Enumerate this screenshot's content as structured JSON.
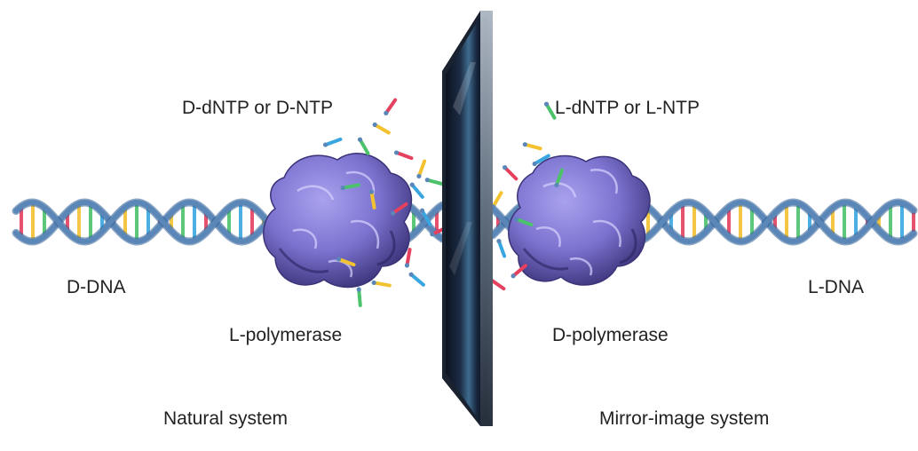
{
  "labels": {
    "d_ntp": [
      "D",
      "-dNTP or ",
      "D",
      "-NTP"
    ],
    "l_ntp": [
      "L",
      "-dNTP or ",
      "L",
      "-NTP"
    ],
    "d_dna": [
      "D",
      "-DNA"
    ],
    "l_dna": [
      "L",
      "-DNA"
    ],
    "l_polymerase": [
      "L",
      "-polymerase"
    ],
    "d_polymerase": [
      "D",
      "-polymerase"
    ],
    "natural_system": "Natural system",
    "mirror_system": "Mirror-image system"
  },
  "colors": {
    "helix_strand": "#5b87b8",
    "helix_strand_dark": "#2f5f93",
    "protein": "#7b72cf",
    "protein_dark": "#3b3378",
    "mirror_dark": "#0b1220",
    "mirror_light": "#3e6b8e",
    "base_colors": [
      "#e5415f",
      "#f2c230",
      "#4cc36b",
      "#3aa6e0"
    ]
  },
  "icons": {
    "mirror": "mirror-pane-icon",
    "protein": "polymerase-blob-icon",
    "helix": "dna-double-helix-icon"
  }
}
